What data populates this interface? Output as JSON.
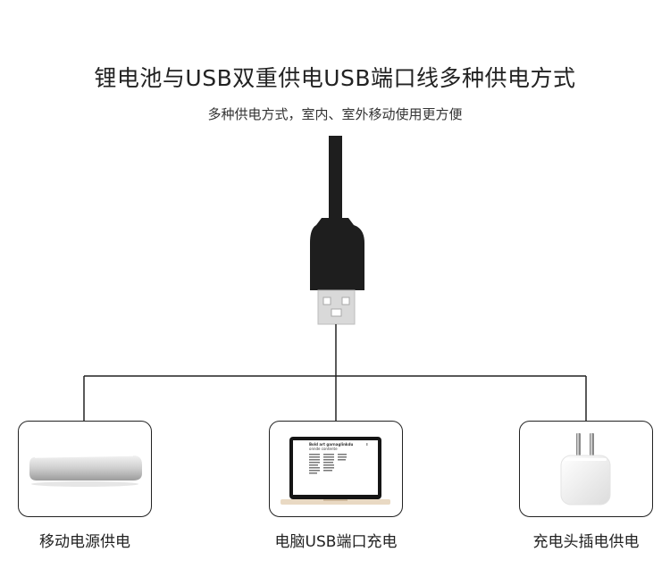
{
  "header": {
    "title": "锂电池与USB双重供电USB端口线多种供电方式",
    "subtitle": "多种供电方式，室内、室外移动使用更方便"
  },
  "sources": [
    {
      "label": "移动电源供电",
      "icon": "power-bank-icon"
    },
    {
      "label": "电脑USB端口充电",
      "icon": "laptop-icon"
    },
    {
      "label": "充电头插电供电",
      "icon": "wall-charger-icon"
    }
  ],
  "laptop_screen": {
    "heading": "Bold art garnaglinkdu",
    "subheading": "onnde contente"
  },
  "colors": {
    "line": "#222222",
    "plug_body": "#1e1e1e",
    "connector": "#d9d9d9"
  }
}
